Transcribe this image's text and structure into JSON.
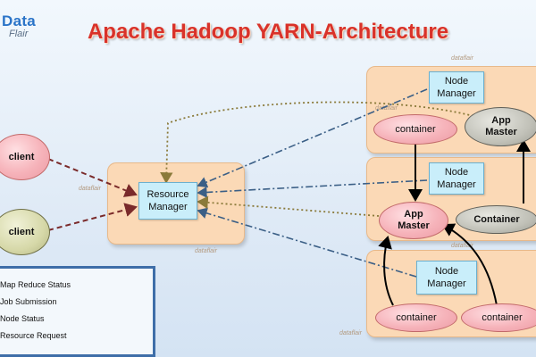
{
  "logo": {
    "word1": "Data",
    "word2": "Flair"
  },
  "title": "Apache Hadoop YARN-Architecture",
  "clients": [
    "client",
    "client"
  ],
  "resource_manager": {
    "label_line1": "Resource",
    "label_line2": "Manager"
  },
  "node1": {
    "manager_line1": "Node",
    "manager_line2": "Manager",
    "container": "container",
    "app_master_line1": "App",
    "app_master_line2": "Master"
  },
  "node2": {
    "manager_line1": "Node",
    "manager_line2": "Manager",
    "app_master_line1": "App",
    "app_master_line2": "Master",
    "container": "Container"
  },
  "node3": {
    "manager_line1": "Node",
    "manager_line2": "Manager",
    "container_a": "container",
    "container_b": "container"
  },
  "watermark": "dataflair",
  "legend": {
    "items": [
      "Map Reduce Status",
      "Job Submission",
      "Node Status",
      "Resource Request"
    ],
    "colors": {
      "map_reduce": "#000000",
      "job_submission": "#7a2a2a",
      "node_status": "#3b5f86",
      "resource_request": "#8a7a3a"
    }
  }
}
